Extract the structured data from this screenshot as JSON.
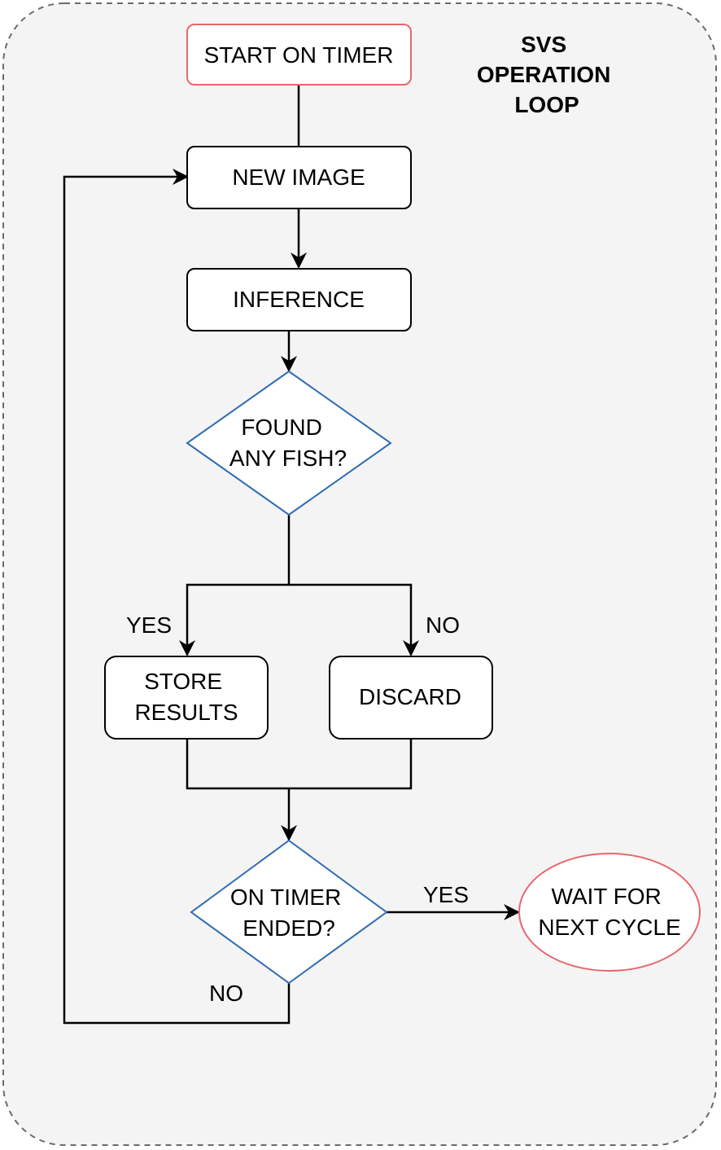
{
  "title": [
    "SVS",
    "OPERATION",
    "LOOP"
  ],
  "nodes": {
    "start": {
      "lines": [
        "START ON TIMER"
      ]
    },
    "new_image": {
      "lines": [
        "NEW IMAGE"
      ]
    },
    "inference": {
      "lines": [
        "INFERENCE"
      ]
    },
    "found_fish": {
      "lines": [
        "FOUND",
        "ANY FISH?"
      ]
    },
    "store_results": {
      "lines": [
        "STORE",
        "RESULTS"
      ]
    },
    "discard": {
      "lines": [
        "DISCARD"
      ]
    },
    "timer_ended": {
      "lines": [
        "ON TIMER",
        "ENDED?"
      ]
    },
    "wait": {
      "lines": [
        "WAIT FOR",
        "NEXT CYCLE"
      ]
    }
  },
  "edge_labels": {
    "found_yes": "YES",
    "found_no": "NO",
    "timer_yes": "YES",
    "timer_no": "NO"
  },
  "colors": {
    "container_fill": "#f4f4f5",
    "container_border": "#6b6b6b",
    "start_border": "#e8676c",
    "decision_border": "#2e6bb3",
    "process_border": "#000000",
    "end_border": "#e8676c"
  }
}
